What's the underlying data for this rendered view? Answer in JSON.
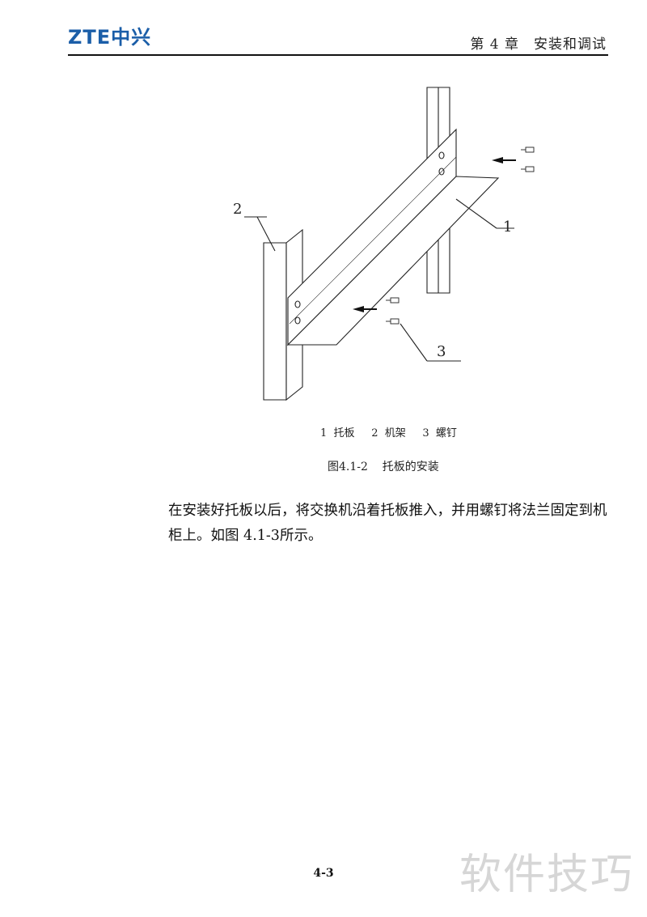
{
  "header": {
    "logo": "ZTE中兴",
    "chapter": "第 4 章　安装和调试"
  },
  "figure": {
    "callouts": [
      "1",
      "2",
      "3"
    ],
    "legend": "1  托板     2  机架     3  螺钉",
    "caption": "图4.1-2    托板的安装"
  },
  "body": {
    "paragraph": "在安装好托板以后，将交换机沿着托板推入，并用螺钉将法兰固定到机柜上。如图 4.1-3所示。"
  },
  "footer": {
    "page_number": "4-3"
  },
  "watermark": "软件技巧"
}
